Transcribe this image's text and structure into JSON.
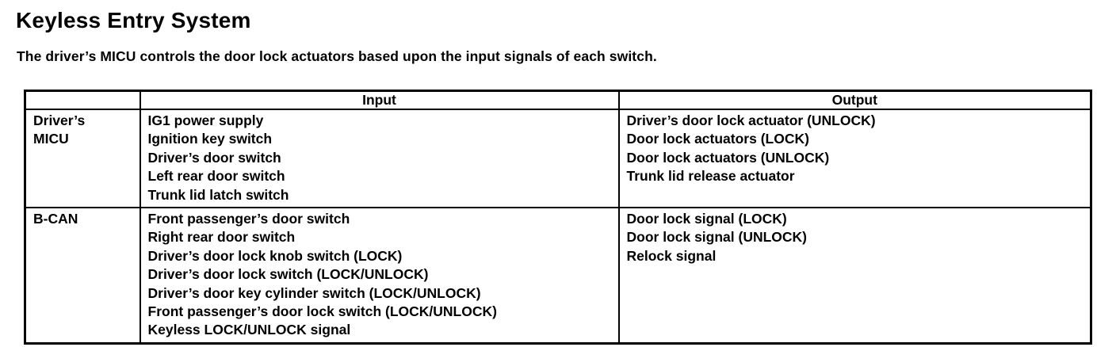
{
  "page": {
    "title": "Keyless Entry System",
    "intro": "The driver’s MICU controls the door lock actuators based upon the input signals of each switch."
  },
  "table": {
    "headers": {
      "source": "",
      "input": "Input",
      "output": "Output"
    },
    "rows": [
      {
        "source_lines": [
          "Driver’s",
          "MICU"
        ],
        "inputs": [
          "IG1 power supply",
          "Ignition key switch",
          "Driver’s door switch",
          "Left rear door switch",
          "Trunk lid latch switch"
        ],
        "outputs": [
          "Driver’s door lock actuator (UNLOCK)",
          "Door lock actuators (LOCK)",
          "Door lock actuators (UNLOCK)",
          "Trunk lid release actuator"
        ]
      },
      {
        "source_lines": [
          "B-CAN"
        ],
        "inputs": [
          "Front passenger’s door switch",
          "Right rear door switch",
          "Driver’s door lock knob switch (LOCK)",
          "Driver’s door lock switch (LOCK/UNLOCK)",
          "Driver’s door key cylinder switch (LOCK/UNLOCK)",
          "Front passenger’s door lock switch (LOCK/UNLOCK)",
          "Keyless LOCK/UNLOCK signal"
        ],
        "outputs": [
          "Door lock signal (LOCK)",
          "Door lock signal (UNLOCK)",
          "Relock signal"
        ]
      }
    ]
  }
}
